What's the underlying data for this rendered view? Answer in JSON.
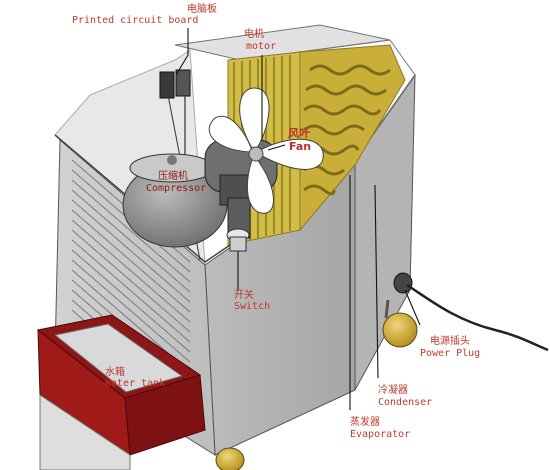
{
  "labels": {
    "pcb_zh": "电脑板",
    "pcb_en": "Printed circuit board",
    "motor_zh": "电机",
    "motor_en": "motor",
    "fan_zh": "风叶",
    "fan_en": "Fan",
    "compressor_zh": "压缩机",
    "compressor_en": "Compressor",
    "switch_zh": "开关",
    "switch_en": "Switch",
    "plug_zh": "电源插头",
    "plug_en": "Power Plug",
    "tank_zh": "水箱",
    "tank_en": "Water tank",
    "condenser_zh": "冷凝器",
    "condenser_en": "Condenser",
    "evaporator_zh": "蒸发器",
    "evaporator_en": "Evaporator"
  },
  "colors": {
    "cabinet": "#c8c8c8",
    "cabinet_dark": "#a9a9a9",
    "coil": "#c8b23c",
    "tank": "#a11a1a",
    "label": "#c0392b"
  }
}
